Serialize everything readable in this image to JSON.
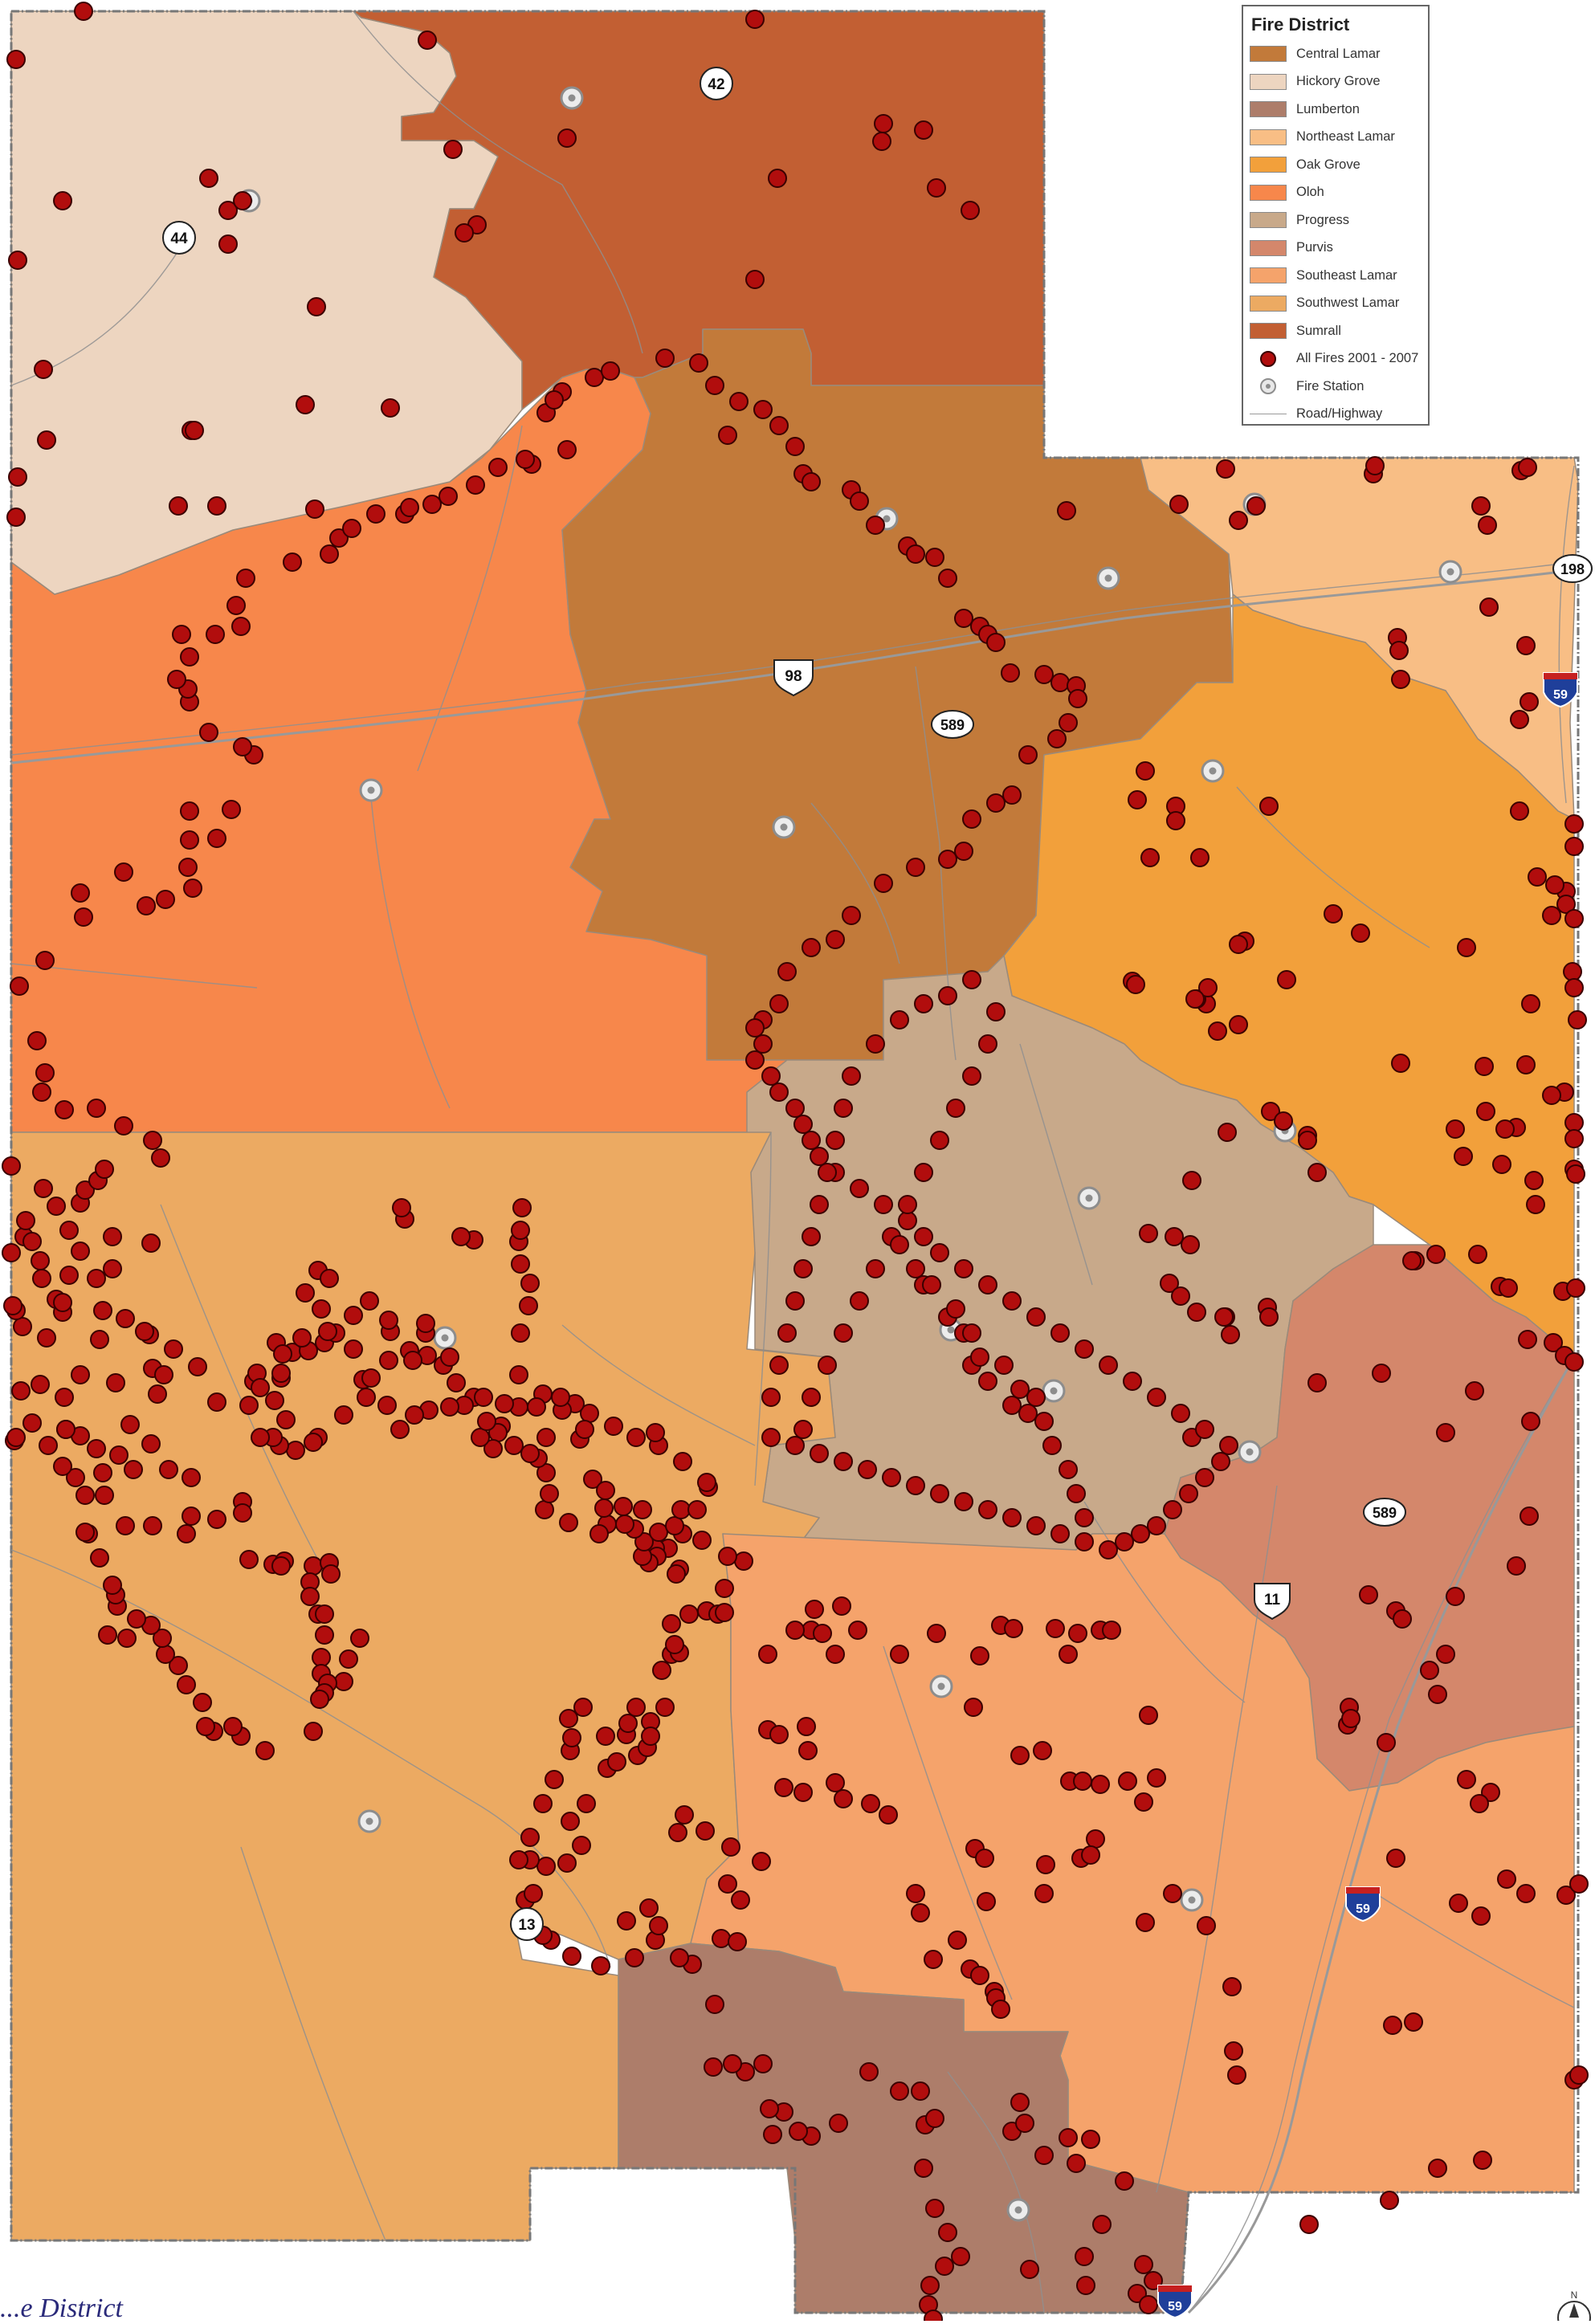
{
  "legend": {
    "title": "Fire District",
    "items": [
      {
        "label": "Central Lamar",
        "color": "#c27a3a"
      },
      {
        "label": "Hickory Grove",
        "color": "#edd5c0"
      },
      {
        "label": "Lumberton",
        "color": "#ad7d6a"
      },
      {
        "label": "Northeast Lamar",
        "color": "#f8be85"
      },
      {
        "label": "Oak Grove",
        "color": "#f2a03b"
      },
      {
        "label": "Oloh",
        "color": "#f7874b"
      },
      {
        "label": "Progress",
        "color": "#c8a98a"
      },
      {
        "label": "Purvis",
        "color": "#d4876b"
      },
      {
        "label": "Southeast Lamar",
        "color": "#f5a36b"
      },
      {
        "label": "Southwest Lamar",
        "color": "#ecaa62"
      },
      {
        "label": "Sumrall",
        "color": "#c25f33"
      }
    ],
    "fires_label": "All Fires 2001 - 2007",
    "station_label": "Fire Station",
    "road_label": "Road/Highway"
  },
  "route_labels": {
    "r42": "42",
    "r44": "44",
    "r98": "98",
    "r589_north": "589",
    "r198": "198",
    "r59_north": "59",
    "r589_south": "589",
    "r11": "11",
    "r13": "13",
    "r59_middle": "59",
    "r59_south": "59"
  },
  "credit_text": "...e District",
  "north_label": "N"
}
